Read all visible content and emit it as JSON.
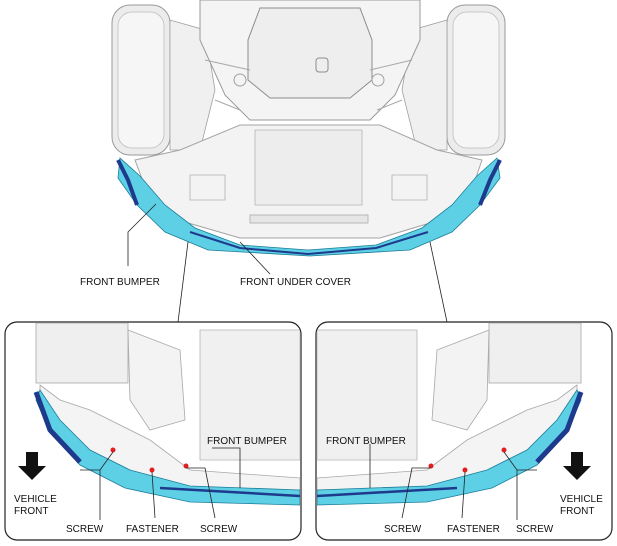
{
  "colors": {
    "line": "#9a9a9a",
    "line_light": "#c8c8c8",
    "fill_light": "#f2f2f2",
    "fill_mid": "#e4e4e4",
    "bumper_cyan": "#5ed0e6",
    "bumper_blue": "#1e3a8c",
    "fastener_red": "#e02020",
    "arrow": "#111111"
  },
  "icons": [
    "down-arrow-icon"
  ],
  "labels": {
    "top_front_bumper": "FRONT BUMPER",
    "top_front_under_cover": "FRONT UNDER COVER",
    "left_front_bumper": "FRONT BUMPER",
    "left_vehicle": "VEHICLE",
    "left_front": "FRONT",
    "left_screw_1": "SCREW",
    "left_fastener": "FASTENER",
    "left_screw_2": "SCREW",
    "right_front_bumper": "FRONT BUMPER",
    "right_vehicle": "VEHICLE",
    "right_front": "FRONT",
    "right_screw_1": "SCREW",
    "right_fastener": "FASTENER",
    "right_screw_2": "SCREW"
  }
}
